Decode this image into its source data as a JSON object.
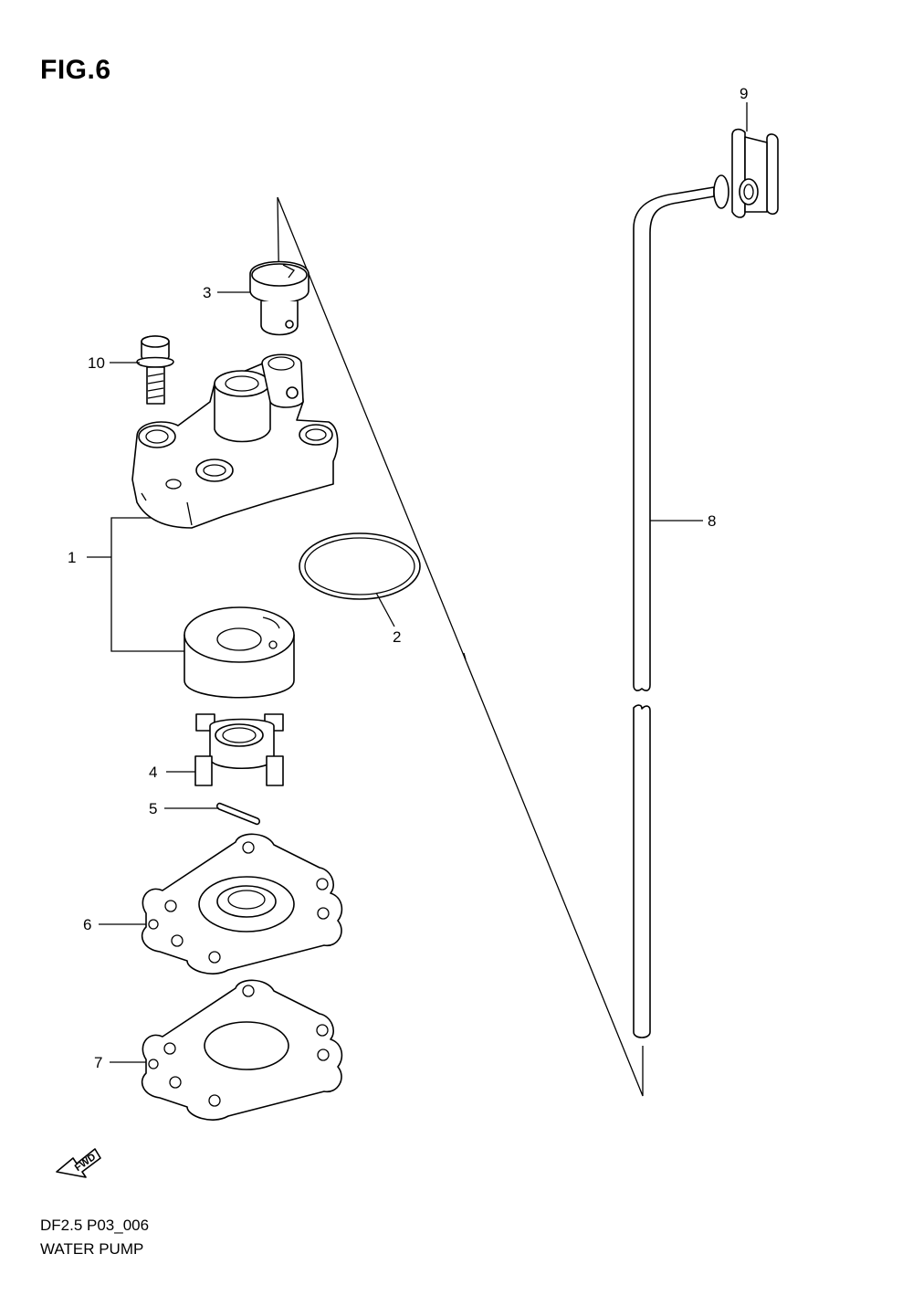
{
  "figure": {
    "title": "FIG.6"
  },
  "callouts": [
    {
      "id": "1",
      "label": "1"
    },
    {
      "id": "2",
      "label": "2"
    },
    {
      "id": "3",
      "label": "3"
    },
    {
      "id": "4",
      "label": "4"
    },
    {
      "id": "5",
      "label": "5"
    },
    {
      "id": "6",
      "label": "6"
    },
    {
      "id": "7",
      "label": "7"
    },
    {
      "id": "8",
      "label": "8"
    },
    {
      "id": "9",
      "label": "9"
    },
    {
      "id": "10",
      "label": "10"
    }
  ],
  "direction_badge": {
    "text": "FWD"
  },
  "footer": {
    "code": "DF2.5 P03_006",
    "name": "WATER PUMP"
  }
}
